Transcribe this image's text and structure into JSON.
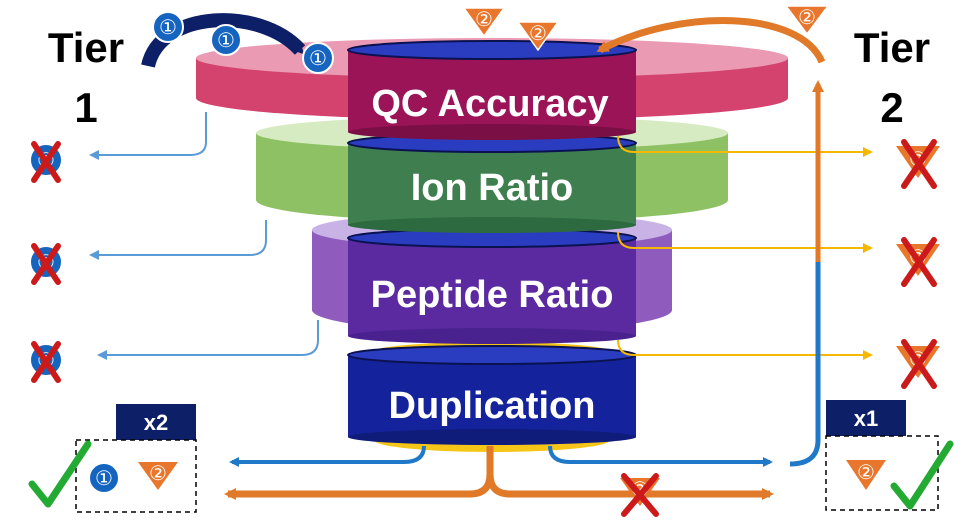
{
  "tiers": {
    "left": {
      "word": "Tier",
      "number": "1"
    },
    "right": {
      "word": "Tier",
      "number": "2"
    }
  },
  "layers": [
    {
      "label": "QC Accuracy",
      "ring_color": "#cc2255",
      "core_color": "#9b1457"
    },
    {
      "label": "Ion Ratio",
      "ring_color": "#7ab648",
      "core_color": "#3f7f4f"
    },
    {
      "label": "Peptide Ratio",
      "ring_color": "#7b3fb3",
      "core_color": "#5b2aa0"
    },
    {
      "label": "Duplication",
      "ring_color": "#f5c518",
      "core_color": "#14239b"
    }
  ],
  "symbols": {
    "tier1": "①",
    "tier2": "②"
  },
  "outputs": {
    "left": {
      "count": "x2"
    },
    "right": {
      "count": "x1"
    }
  },
  "colors": {
    "tier1_badge": "#1565c0",
    "tier2_badge": "#e8762c",
    "reject_x": "#cc1a1a",
    "check": "#22aa33",
    "tier1_flow": "#1f78c8",
    "tier2_flow": "#e07a28",
    "fail_flow": "#f5b800",
    "left_fail_flow": "#5b9bd5",
    "count_box": "#0d1f66",
    "stack_core": "#14239b"
  }
}
